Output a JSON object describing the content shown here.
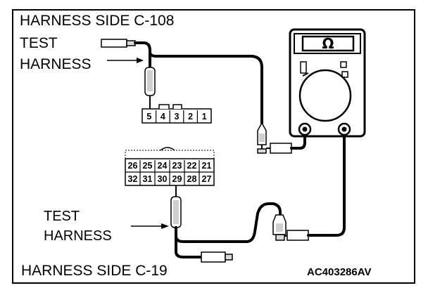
{
  "labels": {
    "harness_top": "HARNESS SIDE C-108",
    "test_top_line1": "TEST",
    "test_top_line2": "HARNESS",
    "test_bottom_line1": "TEST",
    "test_bottom_line2": "HARNESS",
    "harness_bottom": "HARNESS SIDE C-19",
    "figure_code": "AC403286AV"
  },
  "meter": {
    "symbol": "Ω",
    "icon": "ohmmeter-icon"
  },
  "connector_c108": {
    "pins": [
      "5",
      "4",
      "3",
      "2",
      "1"
    ]
  },
  "connector_c19": {
    "row1": [
      "26",
      "25",
      "24",
      "23",
      "22",
      "21"
    ],
    "row2": [
      "32",
      "31",
      "30",
      "29",
      "28",
      "27"
    ]
  }
}
